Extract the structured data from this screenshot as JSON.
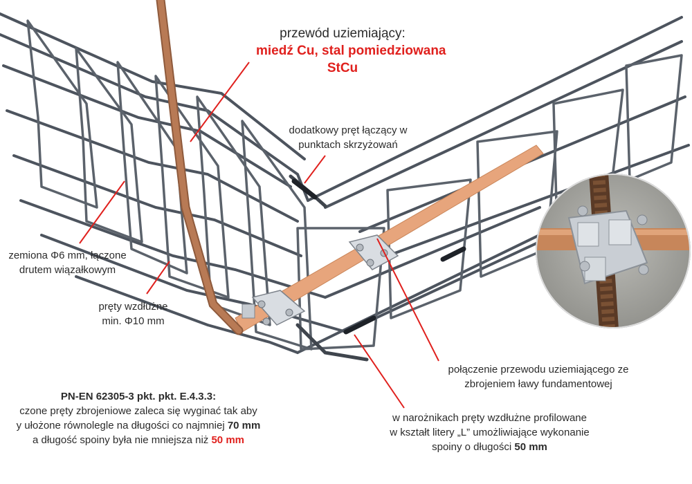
{
  "colors": {
    "accent_red": "#e0201d",
    "rebar": "#4d545e",
    "rebar_light": "#8a9099",
    "copper_wire": "#b87a55",
    "copper_tape": "#e7a57c",
    "clamp": "#d9dde2",
    "text": "#2b2b2b"
  },
  "labels": {
    "ground_title": "przewód uziemiający:",
    "ground_material_1": "miedź Cu, stal pomiedziowana",
    "ground_material_2": "StCu",
    "extra_bar_1": "dodatkowy pręt łączący w",
    "extra_bar_2": "punktach skrzyżowań",
    "stirrups_1": "zemiona Φ6 mm, łączone",
    "stirrups_2": "drutem wiązałkowym",
    "long_bars_1": "pręty wzdłużne",
    "long_bars_2": "min. Φ10 mm",
    "connection_1": "połączenie przewodu uziemiającego ze",
    "connection_2": "zbrojeniem ławy fundamentowej",
    "corner_1": "w narożnikach pręty wzdłużne profilowane",
    "corner_2": "w kształt litery „L” umożliwiające wykonanie",
    "corner_3_pre": "spoiny o długości ",
    "corner_3_val": "50 mm",
    "norm_title": "PN-EN 62305-3 pkt. pkt. E.4.3.3:",
    "norm_1": "czone pręty zbrojeniowe zaleca się wyginać tak aby",
    "norm_2_pre": "y ułożone równolegle na długości co najmniej ",
    "norm_2_val": "70 mm",
    "norm_3_pre": "a długość spoiny była nie mniejsza niż ",
    "norm_3_val": "50 mm"
  },
  "icons": {
    "cage": "rebar-cage-illustration",
    "wire": "grounding-wire",
    "tape": "copper-tape",
    "clamp": "cross-clamp-icon",
    "photo": "clamp-photo-inset"
  }
}
